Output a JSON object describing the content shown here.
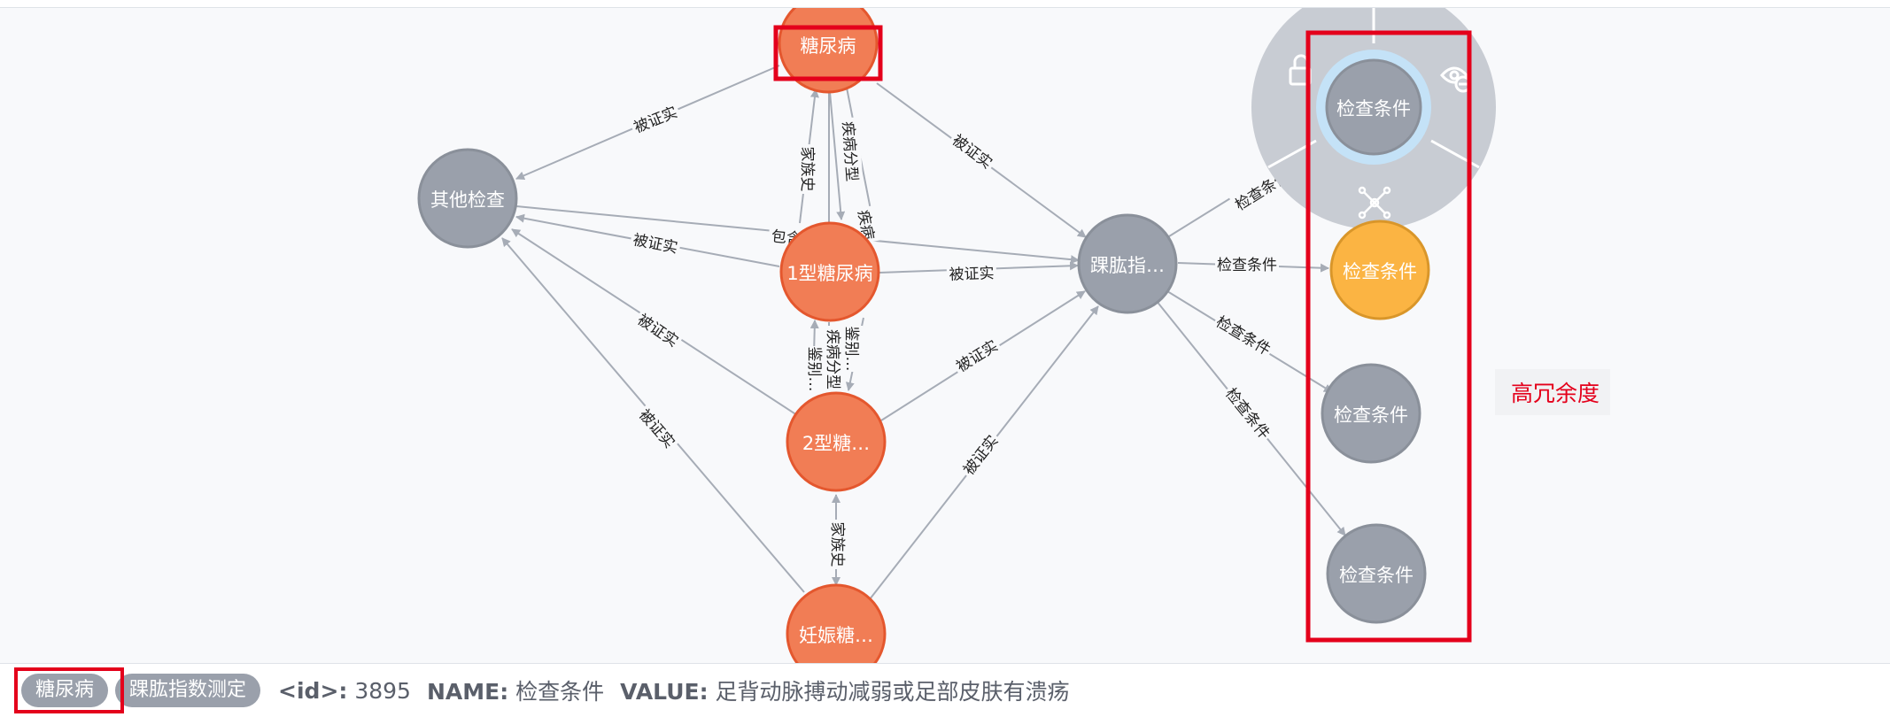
{
  "graph": {
    "nodes": {
      "diabetes": "糖尿病",
      "other_exam": "其他检查",
      "type1": "1型糖尿病",
      "type2": "2型糖…",
      "gestational": "妊娠糖…",
      "abi": "踝肱指…",
      "check1": "检查条件",
      "check2": "检查条件",
      "check3": "检查条件",
      "check4": "检查条件"
    },
    "edge_labels": {
      "diab_other": "被证实",
      "diab_abi": "被证实",
      "fam_history_1": "家族史",
      "disease_type_1": "疾病分型",
      "disease_partial": "疾病",
      "type1_other": "被证实",
      "type1_abi": "被证实",
      "includes": "包含",
      "type2_other": "被证实",
      "gest_other": "被证实",
      "diff1": "鉴别…",
      "disease_type_2": "疾病分型",
      "diff2": "鉴别…",
      "type2_abi": "被证实",
      "gest_abi": "被证实",
      "fam_history_2": "家族史",
      "abi_c1": "检查条件",
      "abi_c2": "检查条件",
      "abi_c3": "检查条件",
      "abi_c4": "检查条件"
    },
    "annotation": "高冗余度"
  },
  "colors": {
    "gray_node": "#9aa0ab",
    "orange_node": "#f17d55",
    "orange_stroke": "#e4572e",
    "yellow_node": "#fbb443",
    "yellow_stroke": "#d9962a",
    "highlight": "#e4001b",
    "edge": "#a6acb6"
  },
  "icons": [
    "unlock-icon",
    "hide-eye-icon",
    "expand-network-icon"
  ],
  "footer": {
    "tags": [
      "糖尿病",
      "踝肱指数测定"
    ],
    "id_label": "<id>:",
    "id_value": "3895",
    "name_label": "NAME:",
    "name_value": "检查条件",
    "value_label": "VALUE:",
    "value_value": "足背动脉搏动减弱或足部皮肤有溃疡"
  }
}
